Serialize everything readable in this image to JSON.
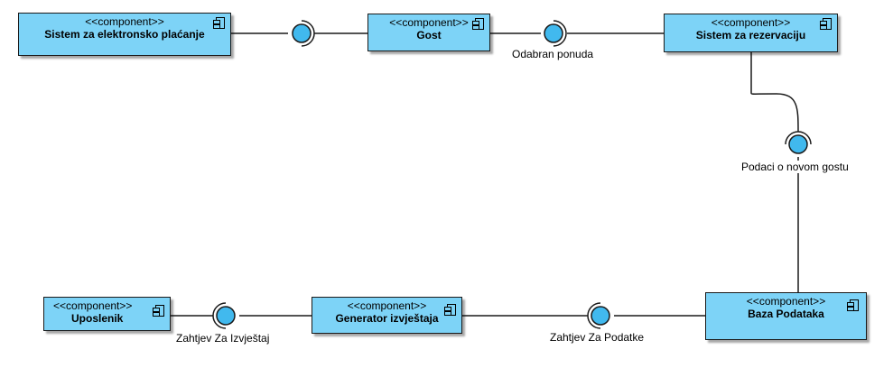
{
  "diagram": {
    "components": [
      {
        "id": "placanje",
        "stereotype": "<<component>>",
        "name": "Sistem za elektronsko plaćanje"
      },
      {
        "id": "gost",
        "stereotype": "<<component>>",
        "name": "Gost"
      },
      {
        "id": "rezervacija",
        "stereotype": "<<component>>",
        "name": "Sistem za rezervaciju"
      },
      {
        "id": "uposlenik",
        "stereotype": "<<component>>",
        "name": "Uposlenik"
      },
      {
        "id": "generator",
        "stereotype": "<<component>>",
        "name": "Generator izvještaja"
      },
      {
        "id": "baza",
        "stereotype": "<<component>>",
        "name": "Baza Podataka"
      }
    ],
    "interfaces": [
      {
        "id": "i1",
        "label": ""
      },
      {
        "id": "i2",
        "label": "Odabran ponuda"
      },
      {
        "id": "i3",
        "label": "Podaci o novom gostu"
      },
      {
        "id": "i4",
        "label": "Zahtjev Za Izvještaj"
      },
      {
        "id": "i5",
        "label": "Zahtjev Za Podatke"
      }
    ],
    "colors": {
      "component_fill": "#7dd3f7",
      "interface_fill": "#41b9ee",
      "stroke": "#1a1a1a"
    }
  }
}
